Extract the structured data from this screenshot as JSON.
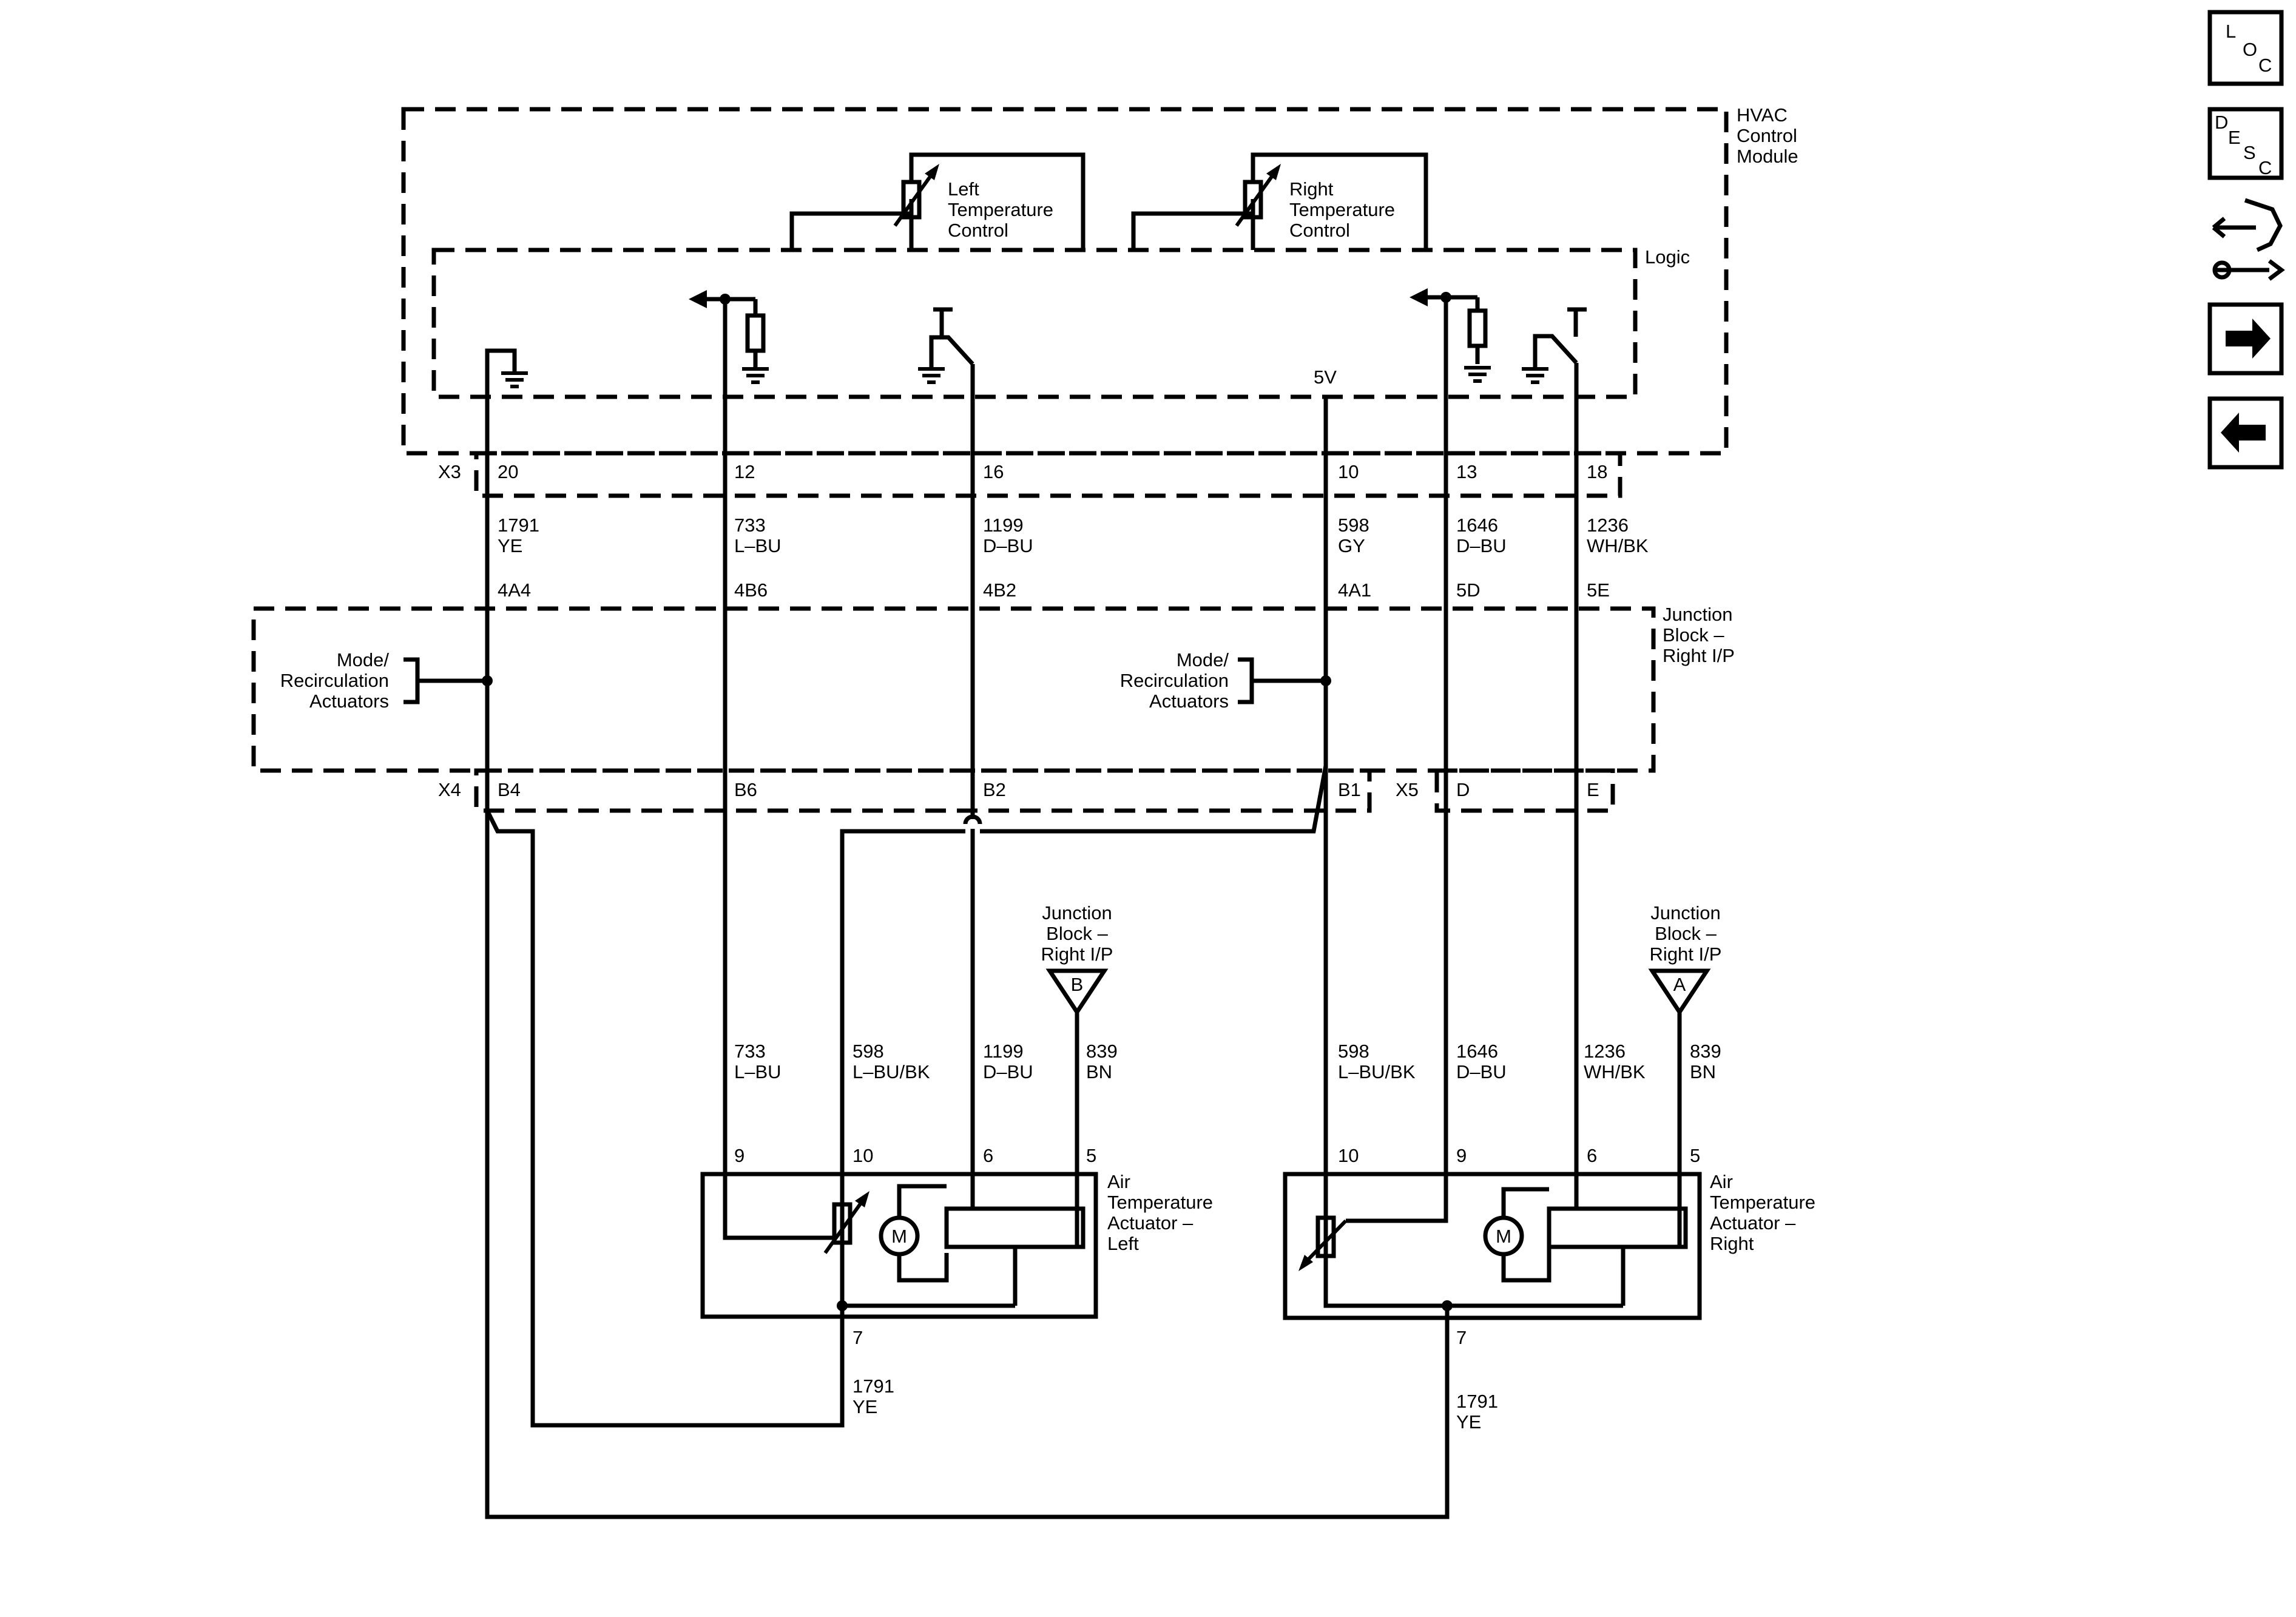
{
  "modules": {
    "hvac_label": [
      "HVAC",
      "Control",
      "Module"
    ],
    "logic_label": "Logic",
    "left_temp_label": [
      "Left",
      "Temperature",
      "Control"
    ],
    "right_temp_label": [
      "Right",
      "Temperature",
      "Control"
    ],
    "jb_label": [
      "Junction",
      "Block –",
      "Right I/P"
    ],
    "mode_left_label": [
      "Mode/",
      "Recirculation",
      "Actuators"
    ],
    "mode_right_label": [
      "Mode/",
      "Recirculation",
      "Actuators"
    ],
    "ref_left_label": [
      "Junction",
      "Block –",
      "Right I/P"
    ],
    "ref_right_label": [
      "Junction",
      "Block –",
      "Right I/P"
    ],
    "ref_left_letter": "B",
    "ref_right_letter": "A",
    "act_left_label": [
      "Air",
      "Temperature",
      "Actuator –",
      "Left"
    ],
    "act_right_label": [
      "Air",
      "Temperature",
      "Actuator –",
      "Right"
    ],
    "motor_letter": "M",
    "v5_label": "5V"
  },
  "connectors": {
    "x3": "X3",
    "x4": "X4",
    "x5": "X5",
    "x3_pins": [
      "20",
      "12",
      "16",
      "10",
      "13",
      "18"
    ],
    "jb_pins": [
      "4A4",
      "4B6",
      "4B2",
      "4A1",
      "5D",
      "5E"
    ],
    "x4_pins": [
      "B4",
      "B6",
      "B2",
      "B1"
    ],
    "x5_pins": [
      "D",
      "E"
    ],
    "act_left_pins": [
      "9",
      "10",
      "6",
      "5",
      "7"
    ],
    "act_right_pins": [
      "10",
      "9",
      "6",
      "5",
      "7"
    ]
  },
  "wires_top": [
    {
      "circuit": "1791",
      "color": "YE"
    },
    {
      "circuit": "733",
      "color": "L–BU"
    },
    {
      "circuit": "1199",
      "color": "D–BU"
    },
    {
      "circuit": "598",
      "color": "GY"
    },
    {
      "circuit": "1646",
      "color": "D–BU"
    },
    {
      "circuit": "1236",
      "color": "WH/BK"
    }
  ],
  "wires_left_actuator": [
    {
      "circuit": "733",
      "color": "L–BU"
    },
    {
      "circuit": "598",
      "color": "L–BU/BK"
    },
    {
      "circuit": "1199",
      "color": "D–BU"
    },
    {
      "circuit": "839",
      "color": "BN"
    }
  ],
  "wires_right_actuator": [
    {
      "circuit": "598",
      "color": "L–BU/BK"
    },
    {
      "circuit": "1646",
      "color": "D–BU"
    },
    {
      "circuit": "1236",
      "color": "WH/BK"
    },
    {
      "circuit": "839",
      "color": "BN"
    }
  ],
  "wires_bottom": [
    {
      "circuit": "1791",
      "color": "YE"
    },
    {
      "circuit": "1791",
      "color": "YE"
    }
  ],
  "sidebar": {
    "loc": [
      "L",
      "O",
      "C"
    ],
    "desc": [
      "D",
      "E",
      "S",
      "C"
    ],
    "icons": [
      "connector-wrench-icon",
      "arrow-right-icon",
      "arrow-left-icon"
    ]
  }
}
